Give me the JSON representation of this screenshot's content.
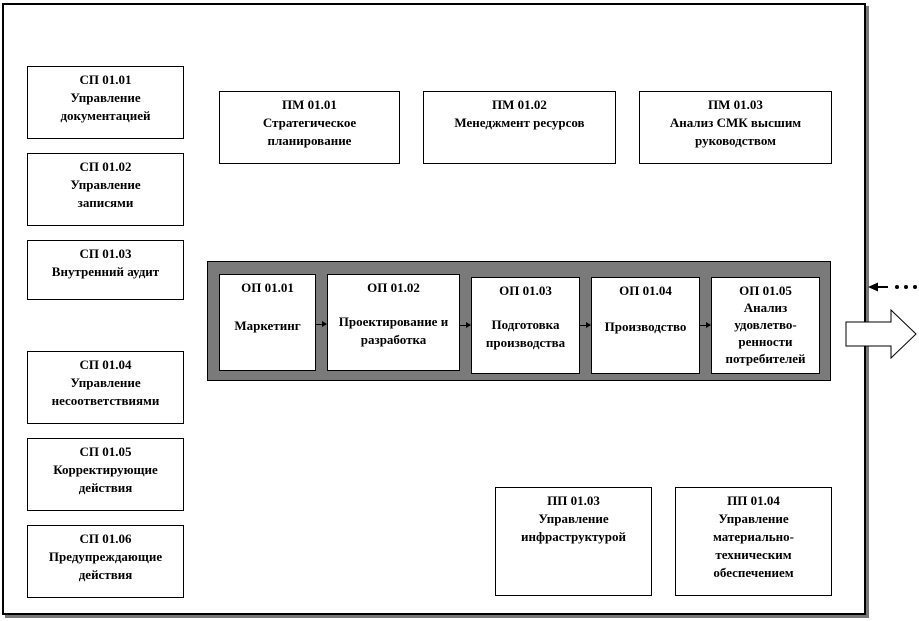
{
  "sp": [
    {
      "code": "СП 01.01",
      "title": "Управление документацией"
    },
    {
      "code": "СП 01.02",
      "title": "Управление записями"
    },
    {
      "code": "СП 01.03",
      "title": "Внутренний аудит"
    },
    {
      "code": "СП 01.04",
      "title": "Управление несоответствиями"
    },
    {
      "code": "СП 01.05",
      "title": "Корректирующие действия"
    },
    {
      "code": "СП 01.06",
      "title": "Предупреждающие действия"
    }
  ],
  "pm": [
    {
      "code": "ПМ 01.01",
      "title": "Стратегическое планирование"
    },
    {
      "code": "ПМ 01.02",
      "title": "Менеджмент ресурсов"
    },
    {
      "code": "ПМ 01.03",
      "title": "Анализ СМК высшим руководством"
    }
  ],
  "op": [
    {
      "code": "ОП 01.01",
      "title": "Маркетинг"
    },
    {
      "code": "ОП 01.02",
      "title": "Проектирование и разработка"
    },
    {
      "code": "ОП 01.03",
      "title": "Подготовка производства"
    },
    {
      "code": "ОП 01.04",
      "title": "Производство"
    },
    {
      "code": "ОП 01.05",
      "title": "Анализ удовлетво-ренности потребителей"
    }
  ],
  "pp": [
    {
      "code": "ПП 01.03",
      "title": "Управление инфраструктурой"
    },
    {
      "code": "ПП 01.04",
      "title": "Управление материально-техническим обеспечением"
    }
  ]
}
